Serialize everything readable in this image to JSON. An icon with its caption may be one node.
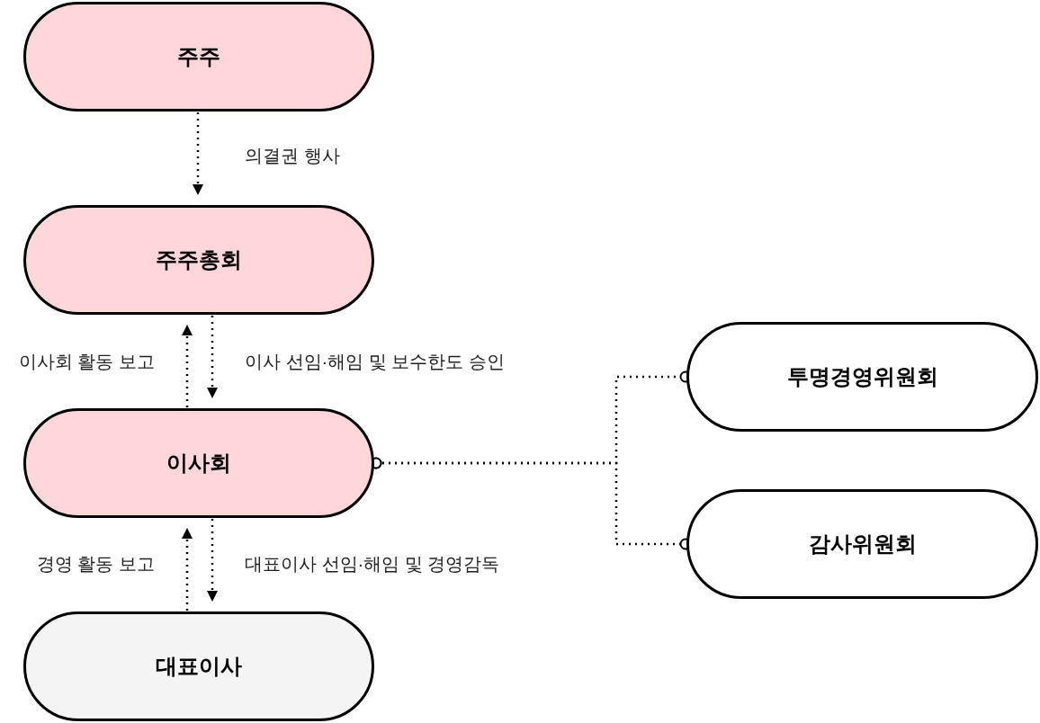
{
  "diagram": {
    "nodes": [
      {
        "text": [
          "주주"
        ]
      },
      {
        "text": [
          "주주총회"
        ]
      },
      {
        "text": [
          "이사회"
        ]
      },
      {
        "text": [
          "투명경영위원회"
        ]
      },
      {
        "text": [
          "감사위원회"
        ]
      },
      {
        "text": [
          "대표이사"
        ]
      }
    ],
    "edges": [
      {
        "from": 0,
        "to": 1,
        "arrow": "to",
        "label": "의결권 행사",
        "style": "dashed"
      },
      {
        "from": 2,
        "to": 1,
        "arrow": "to",
        "label": "이사회 활동 보고",
        "style": "dashed"
      },
      {
        "from": 1,
        "to": 2,
        "arrow": "to",
        "label": "이사 선임·해임 및 보수한도 승인",
        "style": "dashed"
      },
      {
        "from": 5,
        "to": 2,
        "arrow": "to",
        "label": "경영 활동 보고",
        "style": "dashed"
      },
      {
        "from": 2,
        "to": 5,
        "arrow": "to",
        "label": "대표이사 선임·해임 및 경영감독",
        "style": "dashed"
      },
      {
        "from": 2,
        "to": 3,
        "arrow": "other",
        "style": "dashed"
      },
      {
        "from": 2,
        "to": 4,
        "arrow": "other",
        "style": "dashed"
      }
    ]
  }
}
